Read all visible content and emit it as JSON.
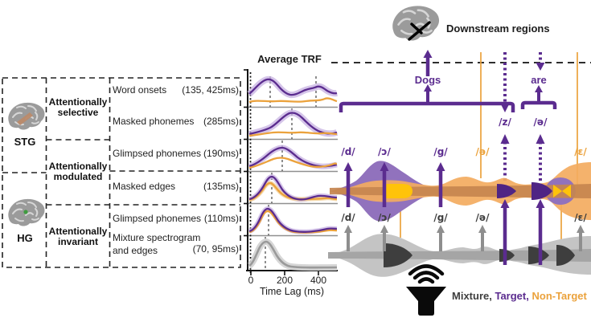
{
  "colors": {
    "target": "#5b2c8f",
    "non_target": "#eba23c",
    "mixture": "#8e8e8e",
    "glimpse_highlight": "#ffc30a"
  },
  "left_panel": {
    "regions": [
      {
        "label": "STG"
      },
      {
        "label": "HG"
      }
    ],
    "attention_groups": [
      {
        "label": "Attentionally selective"
      },
      {
        "label": "Attentionally modulated"
      },
      {
        "label": "Attentionally invariant"
      }
    ],
    "features": [
      {
        "label": "Word onsets",
        "latency": "(135, 425ms)"
      },
      {
        "label": "Masked phonemes",
        "latency": "(285ms)"
      },
      {
        "label": "Glimpsed phonemes",
        "latency": "(190ms)"
      },
      {
        "label": "Masked edges",
        "latency": "(135ms)"
      },
      {
        "label": "Glimpsed phonemes",
        "latency": "(110ms)"
      },
      {
        "label": "Mixture spectrogram and edges",
        "latency": "(70, 95ms)"
      }
    ]
  },
  "trf": {
    "title": "Average TRF",
    "x_axis": {
      "label": "Time Lag (ms)",
      "ticks": [
        "0",
        "200",
        "400"
      ]
    },
    "plots": [
      {
        "feature": "Word onsets",
        "peak_ms": [
          135,
          425
        ],
        "series": [
          "Target",
          "Non-Target"
        ]
      },
      {
        "feature": "Masked phonemes",
        "peak_ms": [
          285
        ],
        "series": [
          "Target",
          "Non-Target"
        ]
      },
      {
        "feature": "Glimpsed phonemes",
        "peak_ms": [
          190
        ],
        "series": [
          "Target",
          "Non-Target"
        ]
      },
      {
        "feature": "Masked edges",
        "peak_ms": [
          135
        ],
        "series": [
          "Target",
          "Non-Target"
        ]
      },
      {
        "feature": "Glimpsed phonemes",
        "peak_ms": [
          110
        ],
        "series": [
          "Target",
          "Non-Target"
        ]
      },
      {
        "feature": "Mixture spectrogram and edges",
        "peak_ms": [
          70,
          95
        ],
        "series": [
          "Mixture"
        ]
      }
    ]
  },
  "right_panel": {
    "downstream_label": "Downstream regions",
    "words": [
      {
        "label": "Dogs"
      },
      {
        "label": "are"
      }
    ],
    "restored_phonemes": [
      {
        "label": "/z/"
      },
      {
        "label": "/ə/"
      }
    ],
    "target_stream_phonemes": [
      {
        "label": "/d/"
      },
      {
        "label": "/ɔ/"
      },
      {
        "label": "/g/"
      }
    ],
    "nontarget_stream_phonemes": [
      {
        "label": "/ə/"
      },
      {
        "label": "/ɛ/"
      }
    ],
    "mixture_phonemes": [
      {
        "label": "/d/"
      },
      {
        "label": "/ɔ/"
      },
      {
        "label": "/g/"
      },
      {
        "label": "/ə/"
      },
      {
        "label": "/ɛ/"
      }
    ],
    "legend": {
      "mixture": "Mixture,",
      "target": "Target,",
      "nontarget": "Non-Target"
    }
  }
}
